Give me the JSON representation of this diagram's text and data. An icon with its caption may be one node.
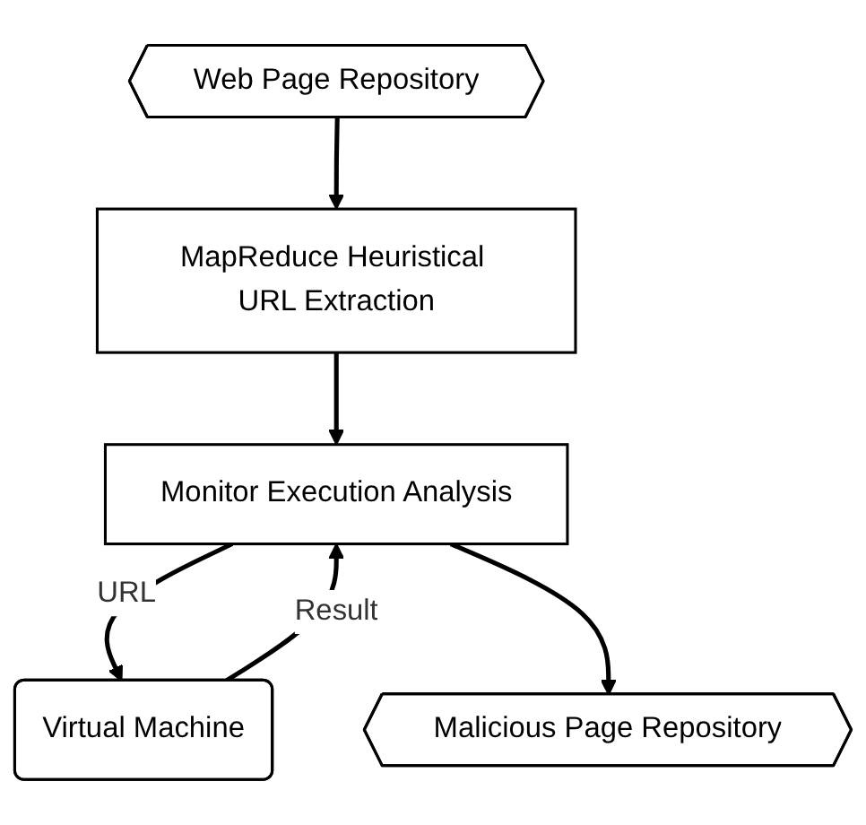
{
  "diagram": {
    "nodes": [
      {
        "text": [
          "Web Page Repository"
        ]
      },
      {
        "text": [
          "MapReduce Heuristical URL Extraction"
        ]
      },
      {
        "text": [
          "Monitor Execution Analysis"
        ]
      },
      {
        "text": [
          "Virtual Machine"
        ]
      },
      {
        "text": [
          "Malicious Page Repository"
        ]
      }
    ],
    "edges": [
      {
        "from": 0,
        "to": 1,
        "arrow": "to"
      },
      {
        "from": 1,
        "to": 2,
        "arrow": "to"
      },
      {
        "from": 2,
        "to": 3,
        "arrow": "to",
        "label": "URL"
      },
      {
        "from": 3,
        "to": 2,
        "arrow": "to",
        "label": "Result"
      },
      {
        "from": 2,
        "to": 4,
        "arrow": "to"
      }
    ]
  }
}
